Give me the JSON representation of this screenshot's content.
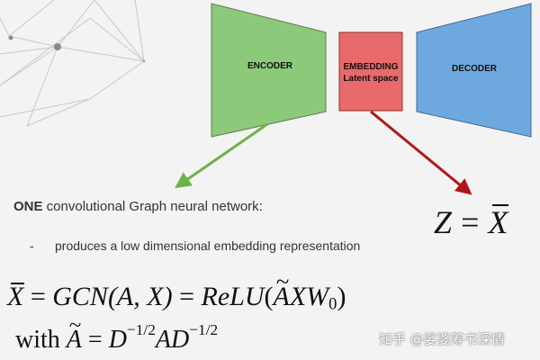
{
  "blocks": {
    "encoder_label": "ENCODER",
    "embedding_label_line1": "EMBEDDING",
    "embedding_label_line2": "Latent space",
    "decoder_label": "DECODER"
  },
  "colors": {
    "encoder_fill": "#8dc97a",
    "embedding_fill": "#e86a6a",
    "decoder_fill": "#6fa8df",
    "green_arrow": "#6db34a",
    "red_arrow": "#b01818",
    "network_lines": "#c8c8c8"
  },
  "text": {
    "network_bold": "ONE",
    "network_rest": " convolutional Graph neural network:",
    "bullet_dash": "-",
    "bullet_text": "produces a low dimensional embedding representation"
  },
  "equations": {
    "z_eq_xbar": {
      "lhs": "Z",
      "op": "=",
      "rhs": "X"
    },
    "gcn": {
      "lhs": "X",
      "eq1": " = ",
      "gcn_name": "GCN",
      "gcn_args": "(A, X)",
      "eq2": " = ",
      "relu_name": "ReLU",
      "relu_open": "(",
      "relu_a": "A",
      "relu_xw": "XW",
      "relu_sub": "0",
      "relu_close": ")"
    },
    "with_line": {
      "with_word": "with ",
      "lhs": "A",
      "eq": " = ",
      "d1": "D",
      "exp1": "−1/2",
      "a": "A",
      "d2": "D",
      "exp2": "−1/2"
    }
  },
  "watermark": "知乎 @娑婆筹书深情"
}
